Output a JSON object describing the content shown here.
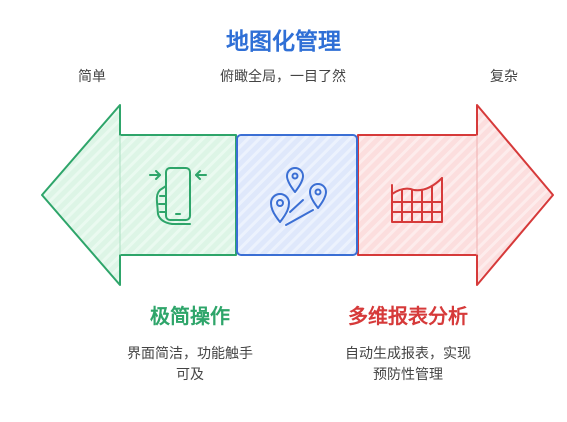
{
  "title": "地图化管理",
  "labels": {
    "left": "简单",
    "center": "俯瞰全局，一目了然",
    "right": "复杂"
  },
  "sections": {
    "green": {
      "heading": "极简操作",
      "desc_line1": "界面简洁，功能触手",
      "desc_line2": "可及",
      "icon": "hand-phone-icon"
    },
    "blue": {
      "icon": "map-pins-icon"
    },
    "red": {
      "heading": "多维报表分析",
      "desc_line1": "自动生成报表，实现",
      "desc_line2": "预防性管理",
      "icon": "growth-chart-icon"
    }
  },
  "colors": {
    "title": "#2f6fd6",
    "green": "#2ea56a",
    "blue": "#3b6fd4",
    "red": "#d63a3a",
    "text": "#444444"
  }
}
